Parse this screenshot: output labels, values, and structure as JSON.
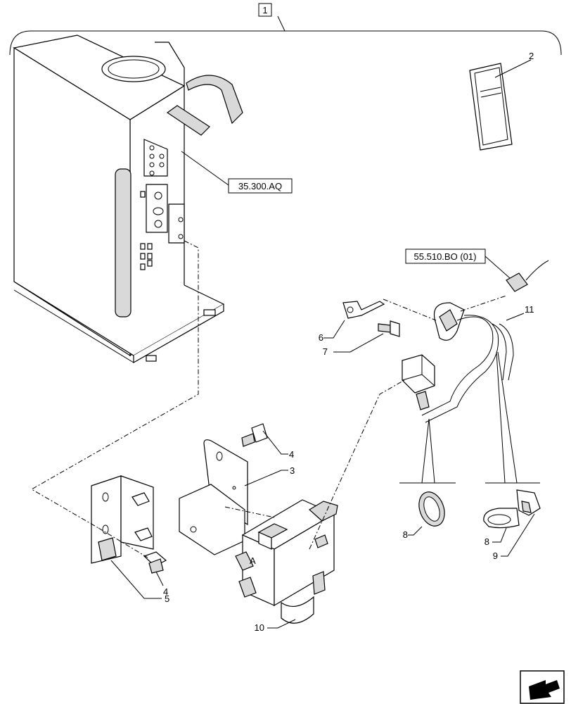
{
  "assembly_number": "1",
  "references": {
    "hydraulic_tank": "35.300.AQ",
    "wiring": "55.510.BO (01)"
  },
  "callouts": {
    "instructions_booklet": "2",
    "mounting_plate": "3",
    "screw_upper": "4",
    "screw_lower": "4",
    "bracket": "5",
    "clip": "6",
    "bolt": "7",
    "cable_tie_left": "8",
    "cable_tie_right": "8",
    "tie_clip": "9",
    "valve": "10",
    "harness": "11"
  },
  "icons": {
    "navigation": "next-page-arrow-icon"
  }
}
